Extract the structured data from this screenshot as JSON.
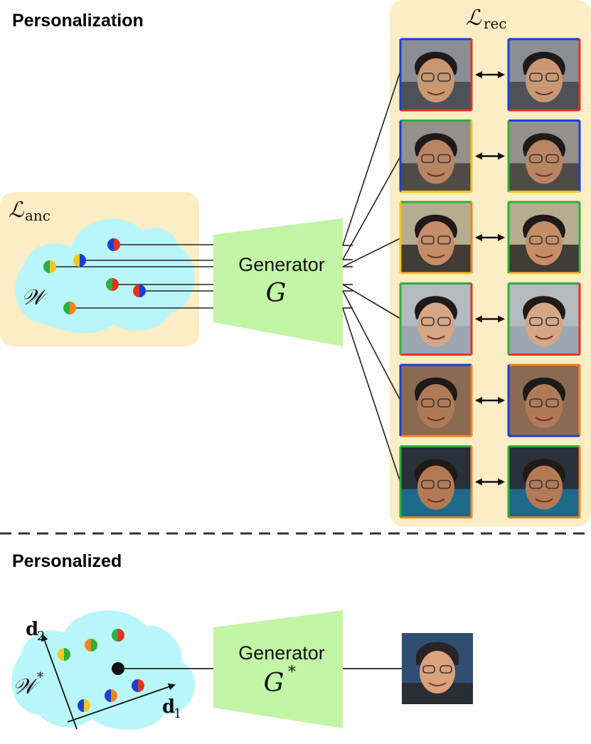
{
  "sections": {
    "top_title": "Personalization",
    "bottom_title": "Personalized"
  },
  "losses": {
    "anchor": {
      "symbol": "ℒ",
      "subscript": "anc"
    },
    "reconstruction": {
      "symbol": "ℒ",
      "subscript": "rec"
    }
  },
  "latent_spaces": {
    "original": {
      "symbol": "𝒲"
    },
    "personalized": {
      "symbol": "𝒲",
      "superscript": "*"
    }
  },
  "generators": {
    "original": {
      "label": "Generator",
      "symbol": "G"
    },
    "personalized": {
      "label": "Generator",
      "symbol": "G",
      "superscript": "*"
    }
  },
  "directions": {
    "d1": {
      "symbol": "d",
      "subscript": "1"
    },
    "d2": {
      "symbol": "d",
      "subscript": "2"
    }
  },
  "colors": {
    "panel": "#fcedc4",
    "cloud": "#b9f6f9",
    "generator": "#c2f5a6",
    "blue": "#1a3fd6",
    "red": "#e23320",
    "green": "#2fae3b",
    "yellow": "#f2c61d",
    "orange": "#f2841c"
  },
  "face_pairs": [
    {
      "left_colors": [
        "blue",
        "red",
        "red",
        "blue"
      ],
      "right_colors": [
        "blue",
        "red",
        "red",
        "blue"
      ]
    },
    {
      "left_colors": [
        "green",
        "yellow",
        "yellow",
        "blue"
      ],
      "right_colors": [
        "blue",
        "blue",
        "yellow",
        "green"
      ]
    },
    {
      "left_colors": [
        "green",
        "orange",
        "yellow",
        "yellow"
      ],
      "right_colors": [
        "green",
        "green",
        "yellow",
        "green"
      ]
    },
    {
      "left_colors": [
        "green",
        "red",
        "red",
        "green"
      ],
      "right_colors": [
        "green",
        "red",
        "red",
        "green"
      ]
    },
    {
      "left_colors": [
        "blue",
        "orange",
        "orange",
        "blue"
      ],
      "right_colors": [
        "orange",
        "orange",
        "blue",
        "blue"
      ]
    },
    {
      "left_colors": [
        "green",
        "orange",
        "orange",
        "green"
      ],
      "right_colors": [
        "green",
        "orange",
        "orange",
        "green"
      ]
    }
  ],
  "latent_points": [
    [
      "blue",
      "red"
    ],
    [
      "yellow",
      "blue"
    ],
    [
      "green",
      "yellow"
    ],
    [
      "green",
      "red"
    ],
    [
      "red",
      "blue"
    ],
    [
      "green",
      "orange"
    ]
  ],
  "personalized_points": [
    [
      "green",
      "red"
    ],
    [
      "orange",
      "green"
    ],
    [
      "yellow",
      "green"
    ],
    [
      "blue",
      "orange"
    ],
    [
      "blue",
      "yellow"
    ],
    [
      "blue",
      "red"
    ]
  ]
}
